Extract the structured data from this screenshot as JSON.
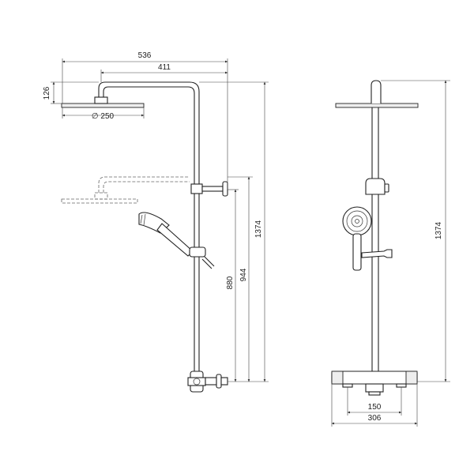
{
  "dimensions": {
    "d536": "536",
    "d411": "411",
    "d126": "126",
    "d250": "∅ 250",
    "d1374_left": "1374",
    "d944": "944",
    "d880": "880",
    "d1374_right": "1374",
    "d150": "150",
    "d306": "306"
  }
}
